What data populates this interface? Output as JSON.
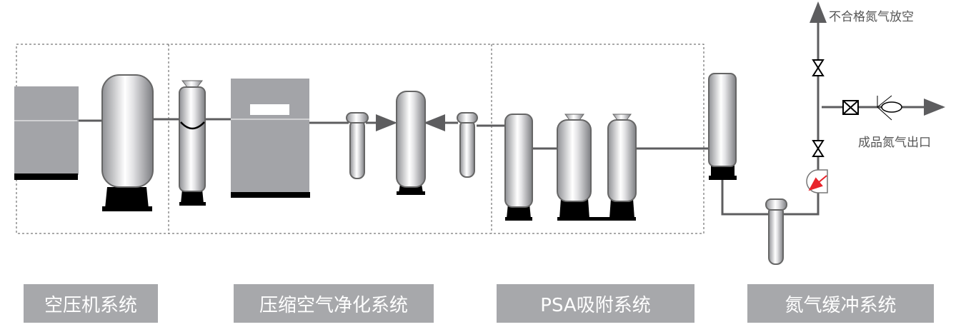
{
  "annotations": {
    "vent": "不合格氮气放空",
    "product_outlet": "成品氮气出口"
  },
  "sections": [
    {
      "label": "空压机系统"
    },
    {
      "label": "压缩空气净化系统"
    },
    {
      "label": "PSA吸附系统"
    },
    {
      "label": "氮气缓冲系统"
    }
  ],
  "colors": {
    "machine": "#a3a4a8",
    "pipe": "#5d5d5f",
    "label_bg": "#a7a8ab",
    "gauge_needle": "#e8232a"
  }
}
